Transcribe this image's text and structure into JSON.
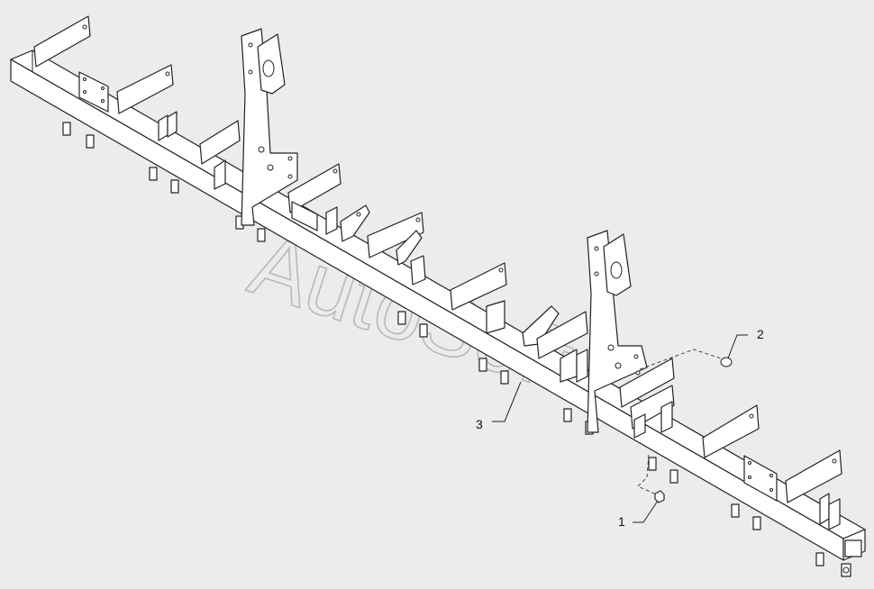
{
  "watermark": "AutoSoft",
  "callouts": [
    {
      "label": "1",
      "part": "nut"
    },
    {
      "label": "2",
      "part": "bolt"
    },
    {
      "label": "3",
      "part": "toolbar-frame"
    }
  ]
}
